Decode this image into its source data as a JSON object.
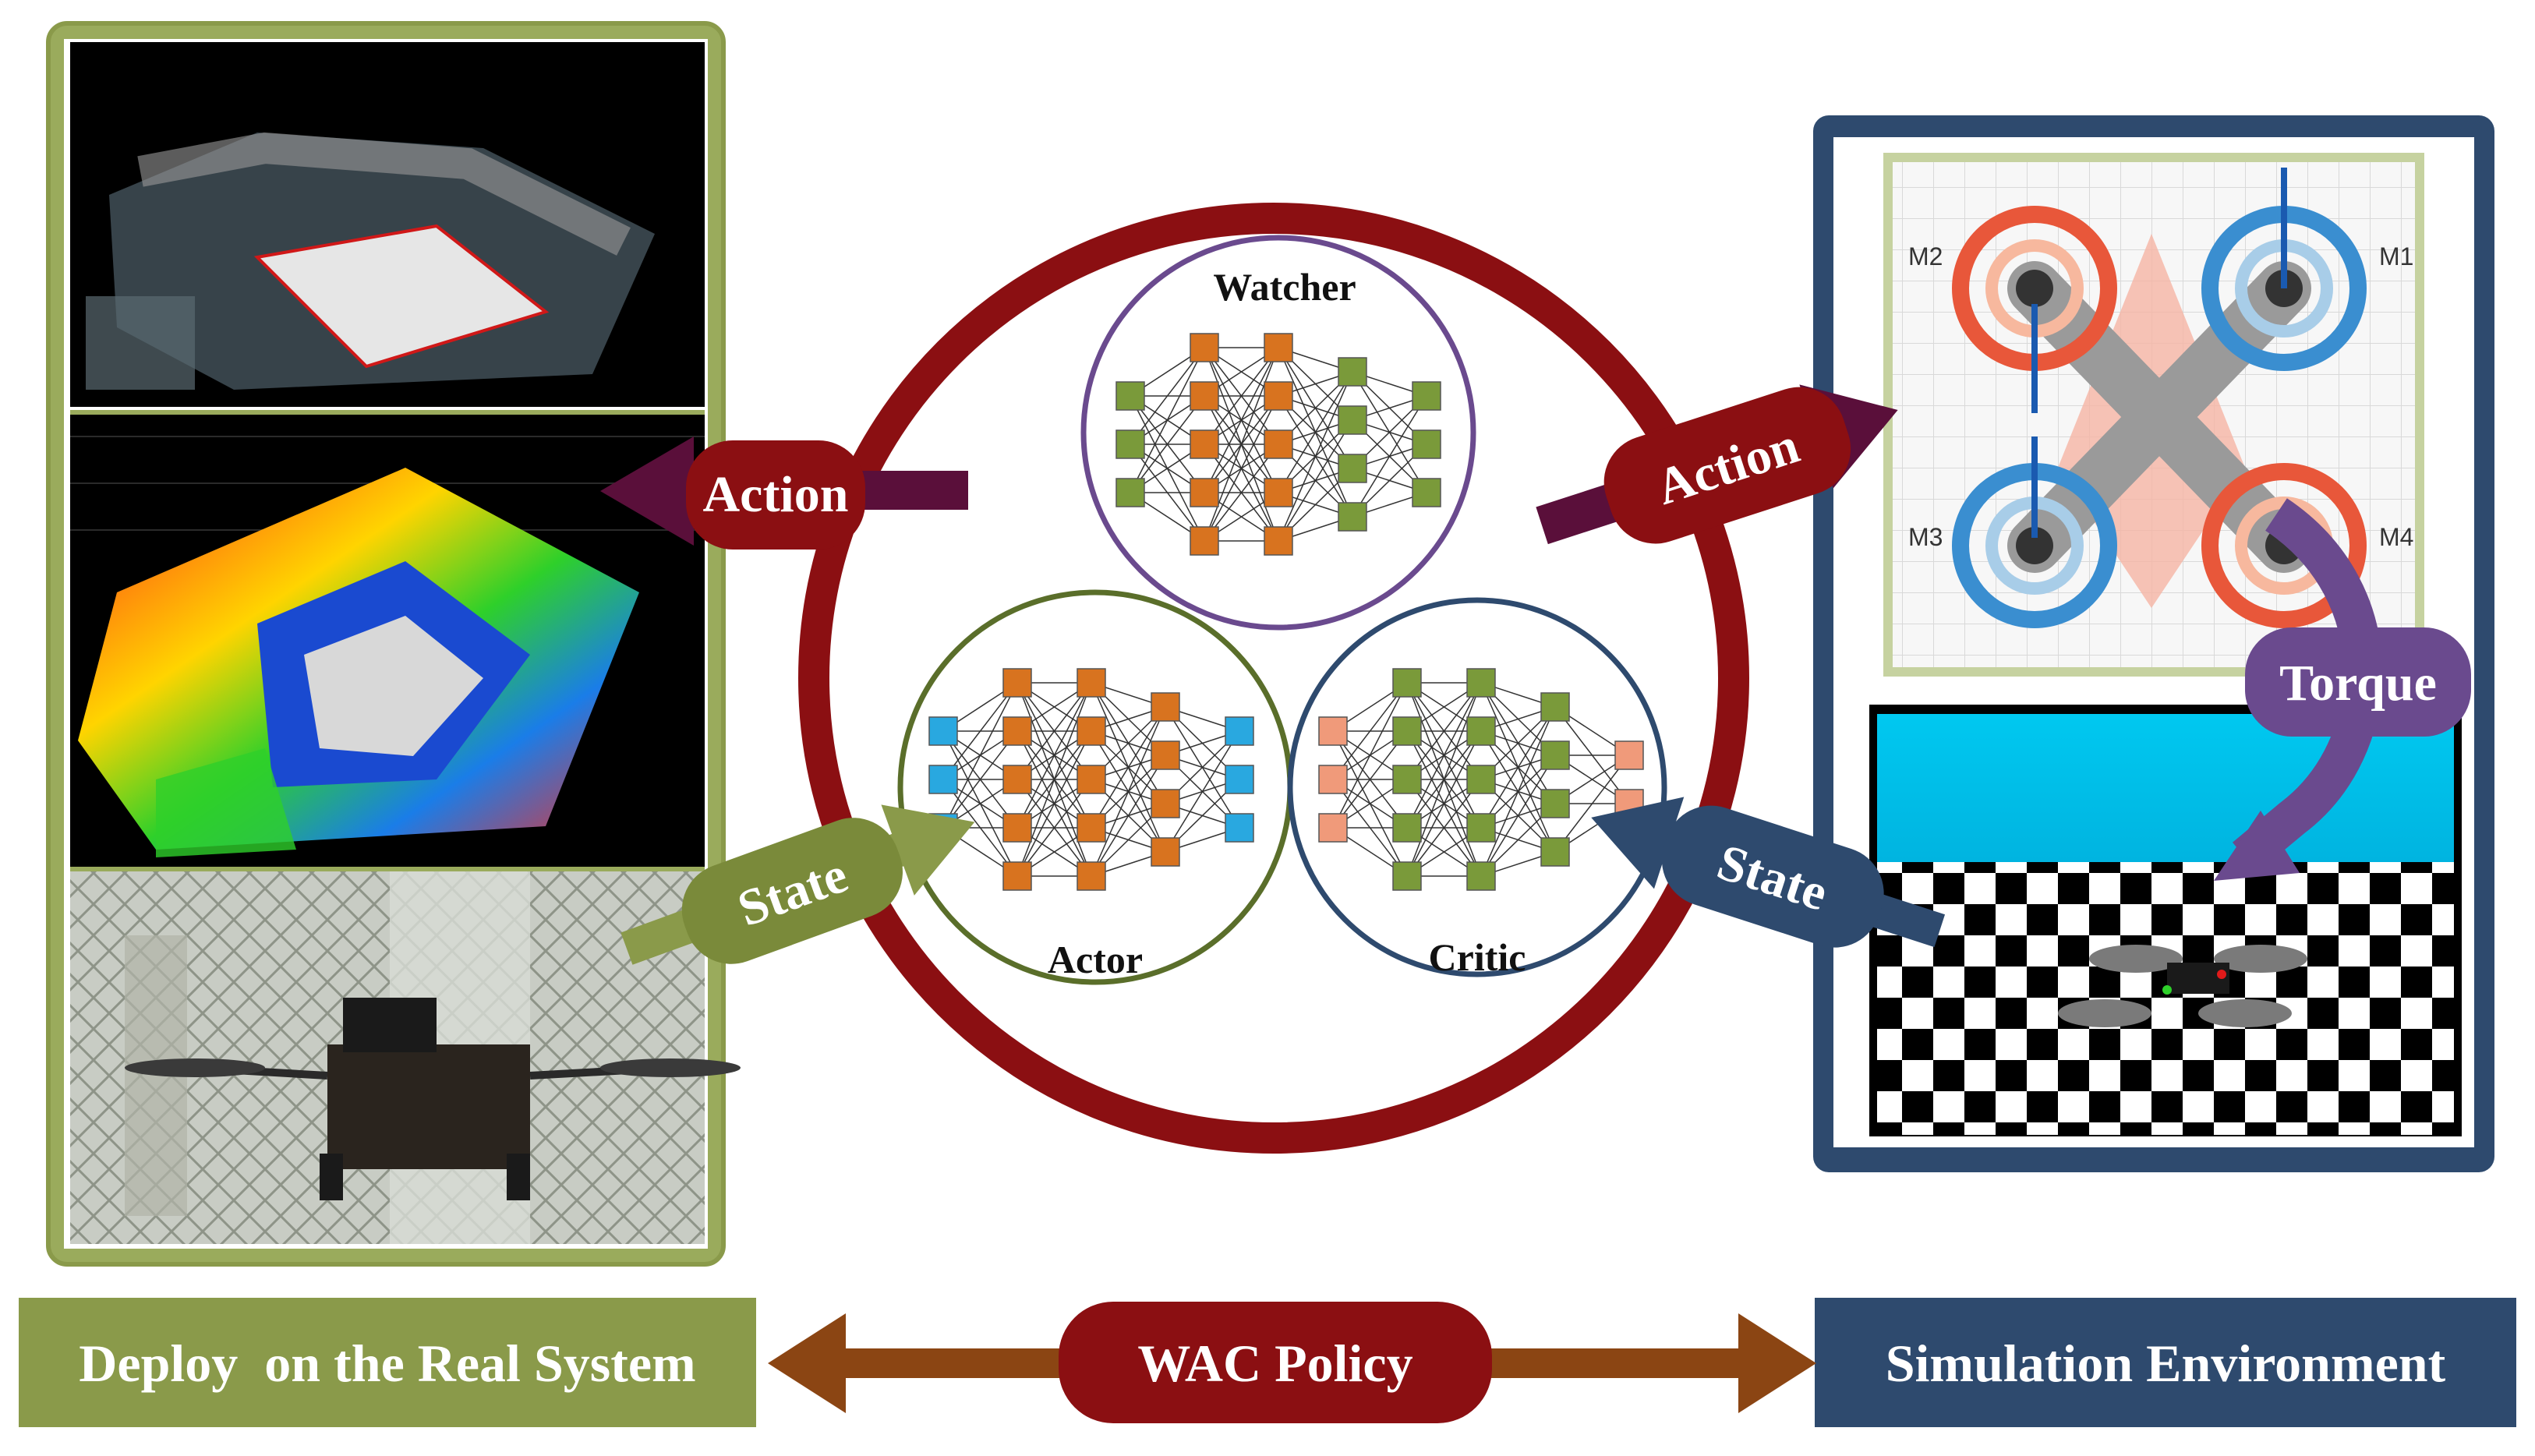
{
  "bottom": {
    "left_label": "Deploy  on the Real System",
    "center_label": "WAC Policy",
    "right_label": "Simulation Environment"
  },
  "networks": {
    "watcher": "Watcher",
    "actor": "Actor",
    "critic": "Critic"
  },
  "arrows": {
    "action_left": "Action",
    "action_right": "Action",
    "state_left": "State",
    "state_right": "State",
    "torque": "Torque"
  },
  "motors": {
    "m1": "M1",
    "m2": "M2",
    "m3": "M3",
    "m4": "M4"
  },
  "colors": {
    "real_green": "#8a9a4a",
    "sim_navy": "#2e4a6e",
    "policy_red": "#8b0f12",
    "action_purple": "#5a0f3a",
    "torque_purple": "#6a4a8e",
    "orange_node": "#d8731f",
    "green_node": "#7a9a3a",
    "blue_node": "#29a8e0",
    "salmon_node": "#f09a7a",
    "arrow_brown": "#8b4513"
  }
}
